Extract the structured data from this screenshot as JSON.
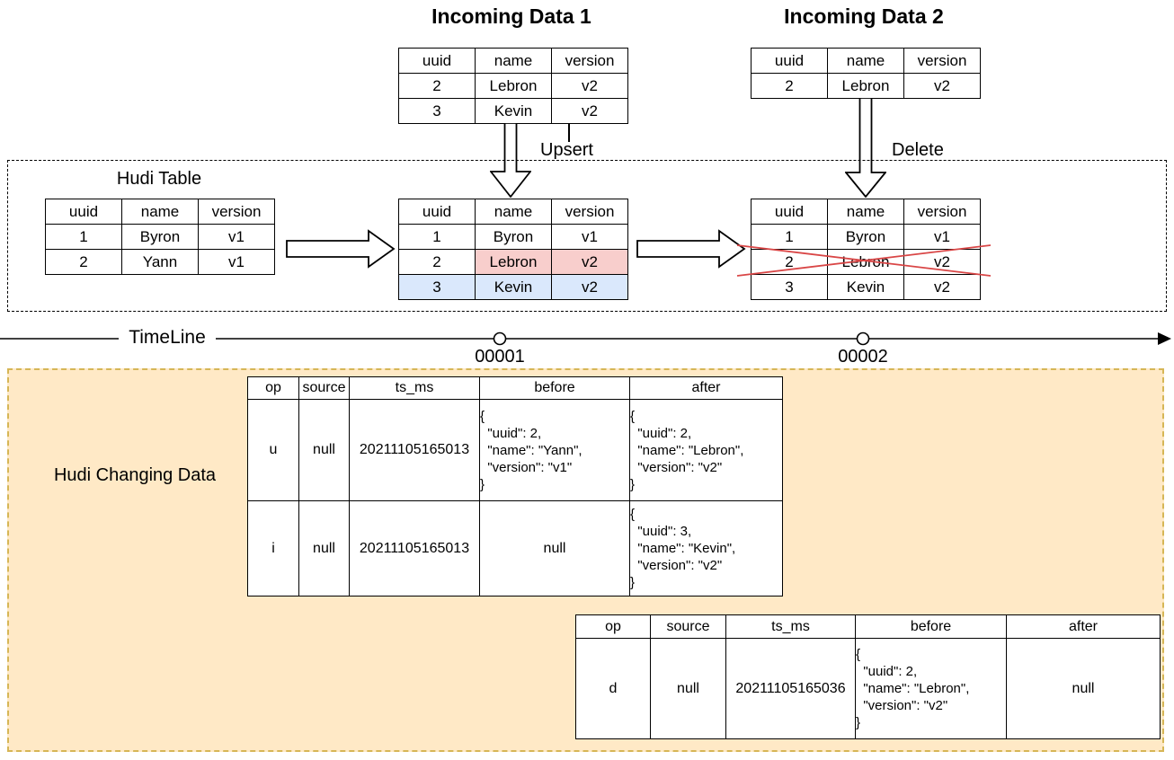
{
  "titles": {
    "incoming1": "Incoming Data 1",
    "incoming2": "Incoming Data 2",
    "hudi_table": "Hudi Table",
    "timeline": "TimeLine",
    "changing": "Hudi Changing Data"
  },
  "labels": {
    "upsert": "Upsert",
    "delete": "Delete",
    "instant1": "00001",
    "instant2": "00002"
  },
  "colors": {
    "highlight_red_fill": "#f8cecc",
    "highlight_red_border": "#b85450",
    "highlight_blue_fill": "#dae8fc",
    "highlight_blue_border": "#6c8ebf",
    "changing_box_fill": "#ffe9c6",
    "changing_box_border": "#d6b656",
    "cross_red": "#d94646"
  },
  "record_headers": [
    "uuid",
    "name",
    "version"
  ],
  "incoming1": {
    "rows": [
      [
        "2",
        "Lebron",
        "v2"
      ],
      [
        "3",
        "Kevin",
        "v2"
      ]
    ]
  },
  "incoming2": {
    "rows": [
      [
        "2",
        "Lebron",
        "v2"
      ]
    ]
  },
  "hudi_before": {
    "rows": [
      [
        "1",
        "Byron",
        "v1"
      ],
      [
        "2",
        "Yann",
        "v1"
      ]
    ]
  },
  "hudi_upserted": {
    "rows": [
      [
        "1",
        "Byron",
        "v1"
      ],
      [
        "2",
        "Lebron",
        "v2"
      ],
      [
        "3",
        "Kevin",
        "v2"
      ]
    ]
  },
  "hudi_deleted": {
    "rows": [
      [
        "1",
        "Byron",
        "v1"
      ],
      [
        "2",
        "Lebron",
        "v2"
      ],
      [
        "3",
        "Kevin",
        "v2"
      ]
    ]
  },
  "cdc_headers": [
    "op",
    "source",
    "ts_ms",
    "before",
    "after"
  ],
  "cdc1": {
    "rows": [
      {
        "op": "u",
        "source": "null",
        "ts_ms": "20211105165013",
        "before": "{\n  \"uuid\": 2,\n  \"name\": \"Yann\",\n  \"version\": \"v1\"\n}",
        "after": "{\n  \"uuid\": 2,\n  \"name\": \"Lebron\",\n  \"version\": \"v2\"\n}"
      },
      {
        "op": "i",
        "source": "null",
        "ts_ms": "20211105165013",
        "before": "null",
        "after": "{\n  \"uuid\": 3,\n  \"name\": \"Kevin\",\n  \"version\": \"v2\"\n}"
      }
    ]
  },
  "cdc2": {
    "rows": [
      {
        "op": "d",
        "source": "null",
        "ts_ms": "20211105165036",
        "before": "{\n  \"uuid\": 2,\n  \"name\": \"Lebron\",\n  \"version\": \"v2\"\n}",
        "after": "null"
      }
    ]
  }
}
